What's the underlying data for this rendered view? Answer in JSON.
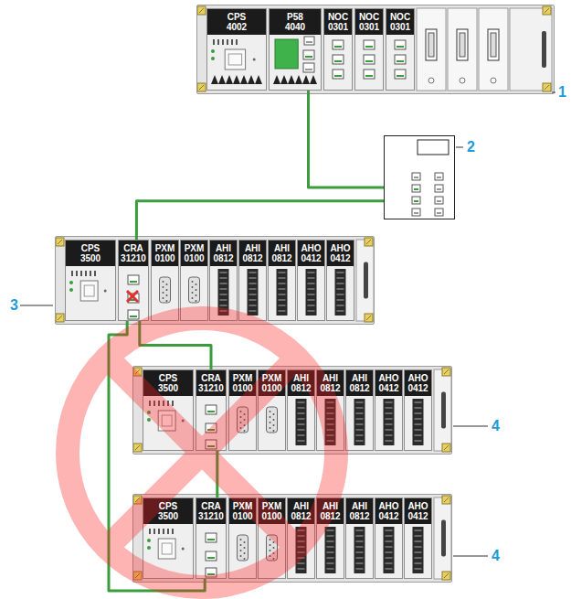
{
  "diagram": {
    "nodes": [
      {
        "text": [
          "1"
        ]
      },
      {
        "text": [
          "CPS 4002"
        ],
        "in": 0
      },
      {
        "text": [
          "P58 4040"
        ],
        "in": 0
      },
      {
        "text": [
          "NOC 0301"
        ],
        "in": 0
      },
      {
        "text": [
          "NOC 0301"
        ],
        "in": 0
      },
      {
        "text": [
          "NOC 0301"
        ],
        "in": 0
      },
      {
        "text": [
          "2"
        ]
      },
      {
        "text": [
          "3"
        ]
      },
      {
        "text": [
          "CPS 3500"
        ],
        "in": 7
      },
      {
        "text": [
          "CRA 31210"
        ],
        "in": 7
      },
      {
        "text": [
          "PXM 0100"
        ],
        "in": 7
      },
      {
        "text": [
          "PXM 0100"
        ],
        "in": 7
      },
      {
        "text": [
          "AHI 0812"
        ],
        "in": 7
      },
      {
        "text": [
          "AHI 0812"
        ],
        "in": 7
      },
      {
        "text": [
          "AHI 0812"
        ],
        "in": 7
      },
      {
        "text": [
          "AHO 0412"
        ],
        "in": 7
      },
      {
        "text": [
          "AHO 0412"
        ],
        "in": 7
      },
      {
        "text": [
          "4"
        ]
      },
      {
        "text": [
          "CPS 3500"
        ],
        "in": 17
      },
      {
        "text": [
          "CRA 31210"
        ],
        "in": 17
      },
      {
        "text": [
          "PXM 0100"
        ],
        "in": 17
      },
      {
        "text": [
          "PXM 0100"
        ],
        "in": 17
      },
      {
        "text": [
          "AHI 0812"
        ],
        "in": 17
      },
      {
        "text": [
          "AHI 0812"
        ],
        "in": 17
      },
      {
        "text": [
          "AHI 0812"
        ],
        "in": 17
      },
      {
        "text": [
          "AHO 0412"
        ],
        "in": 17
      },
      {
        "text": [
          "AHO 0412"
        ],
        "in": 17
      },
      {
        "text": [
          "4"
        ]
      },
      {
        "text": [
          "CPS 3500"
        ],
        "in": 27
      },
      {
        "text": [
          "CRA 31210"
        ],
        "in": 27
      },
      {
        "text": [
          "PXM 0100"
        ],
        "in": 27
      },
      {
        "text": [
          "PXM 0100"
        ],
        "in": 27
      },
      {
        "text": [
          "AHI 0812"
        ],
        "in": 27
      },
      {
        "text": [
          "AHI 0812"
        ],
        "in": 27
      },
      {
        "text": [
          "AHI 0812"
        ],
        "in": 27
      },
      {
        "text": [
          "AHO 0412"
        ],
        "in": 27
      },
      {
        "text": [
          "AHO 0412"
        ],
        "in": 27
      }
    ],
    "edges": [
      {
        "from": 2,
        "to": 6,
        "arrow": "none"
      },
      {
        "from": 6,
        "to": 9,
        "arrow": "none"
      },
      {
        "from": 9,
        "to": 19,
        "arrow": "none"
      },
      {
        "from": 19,
        "to": 29,
        "arrow": "none"
      },
      {
        "from": 29,
        "to": 9,
        "arrow": "none"
      }
    ]
  }
}
